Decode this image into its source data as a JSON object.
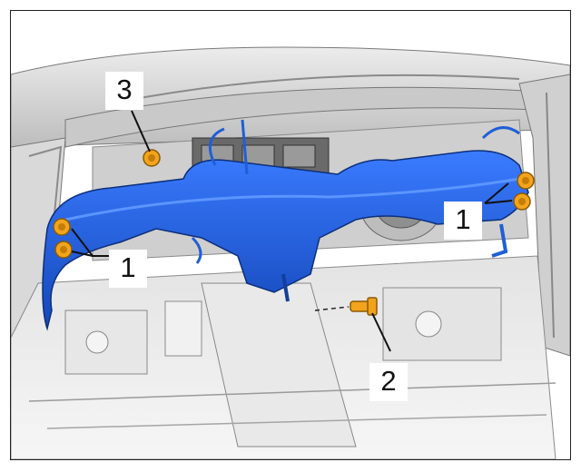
{
  "figure": {
    "callouts": [
      {
        "id": "c3",
        "label": "3"
      },
      {
        "id": "c1-left",
        "label": "1"
      },
      {
        "id": "c1-right",
        "label": "1"
      },
      {
        "id": "c2",
        "label": "2"
      }
    ]
  },
  "colors": {
    "crossmember": "#1f5fd6",
    "crossmember_dark": "#123f9e",
    "fastener": "#f2a41c",
    "body_gray": "#d7d7d7",
    "line": "#6d6d6d"
  },
  "icons": [
    "bolt-icon",
    "nut-icon"
  ]
}
